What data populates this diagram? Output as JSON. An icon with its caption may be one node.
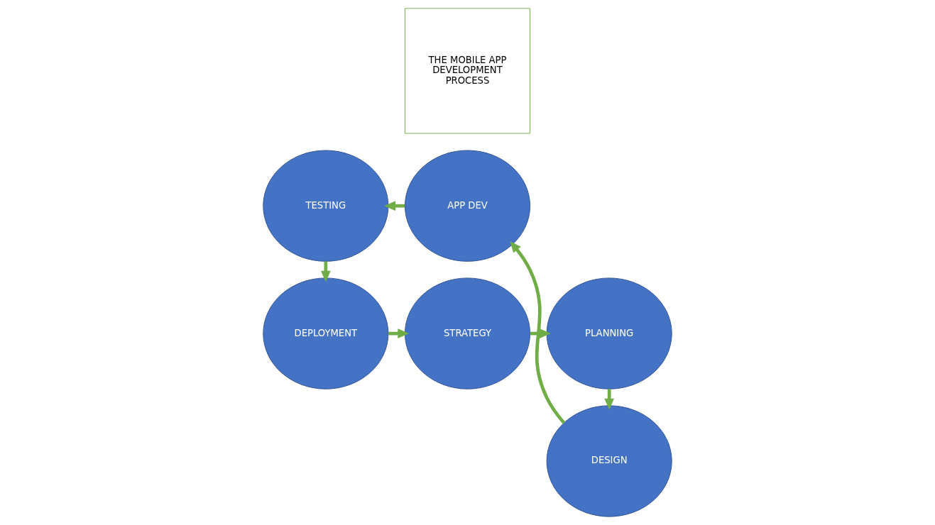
{
  "diagram": {
    "nodes": [
      {
        "text": [
          "STRATEGY"
        ]
      },
      {
        "text": [
          "PLANNING"
        ]
      },
      {
        "text": [
          "DESIGN"
        ]
      },
      {
        "text": [
          "APP DEV"
        ]
      },
      {
        "text": [
          "TESTING"
        ]
      },
      {
        "text": [
          "DEPLOYMENT"
        ]
      },
      {
        "text": [
          "THE MOBILE APP DEVELOPMENT PROCESS"
        ]
      }
    ],
    "edges": [
      {
        "from": 0,
        "to": 1,
        "arrow": "to"
      },
      {
        "from": 1,
        "to": 2,
        "arrow": "to"
      },
      {
        "from": 2,
        "to": 3,
        "arrow": "to"
      },
      {
        "from": 3,
        "to": 4,
        "arrow": "to"
      },
      {
        "from": 4,
        "to": 5,
        "arrow": "to"
      },
      {
        "from": 5,
        "to": 0,
        "arrow": "to"
      }
    ]
  }
}
